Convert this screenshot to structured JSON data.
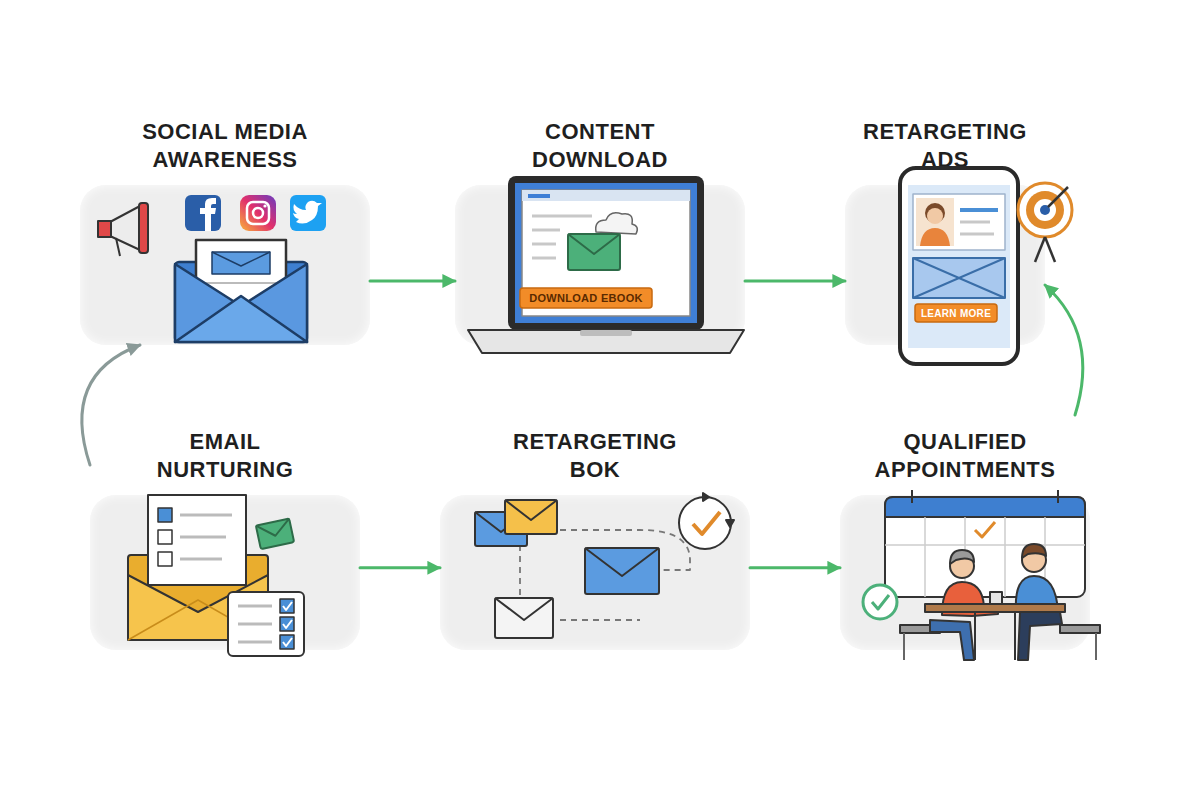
{
  "diagram": {
    "nodes": [
      {
        "text": [
          "SOCIAL MEDIA AWARENESS"
        ]
      },
      {
        "text": [
          "CONTENT DOWNLOAD"
        ]
      },
      {
        "text": [
          "RETARGETING ADS"
        ]
      },
      {
        "text": [
          "EMAIL NURTURING"
        ]
      },
      {
        "text": [
          "RETARGETING BOK"
        ]
      },
      {
        "text": [
          "QUALIFIED APPOINTMENTS"
        ]
      }
    ],
    "edges": [
      {
        "from": 0,
        "to": 1,
        "arrow": "to"
      },
      {
        "from": 1,
        "to": 2,
        "arrow": "to"
      },
      {
        "from": 3,
        "to": 4,
        "arrow": "to"
      },
      {
        "from": 4,
        "to": 5,
        "arrow": "to"
      },
      {
        "from": 5,
        "to": 2,
        "arrow": "to"
      },
      {
        "from": 3,
        "to": 0,
        "arrow": "to"
      }
    ],
    "labels": [
      "DOWNLOAD EBOOK",
      "LEARN MORE"
    ]
  }
}
